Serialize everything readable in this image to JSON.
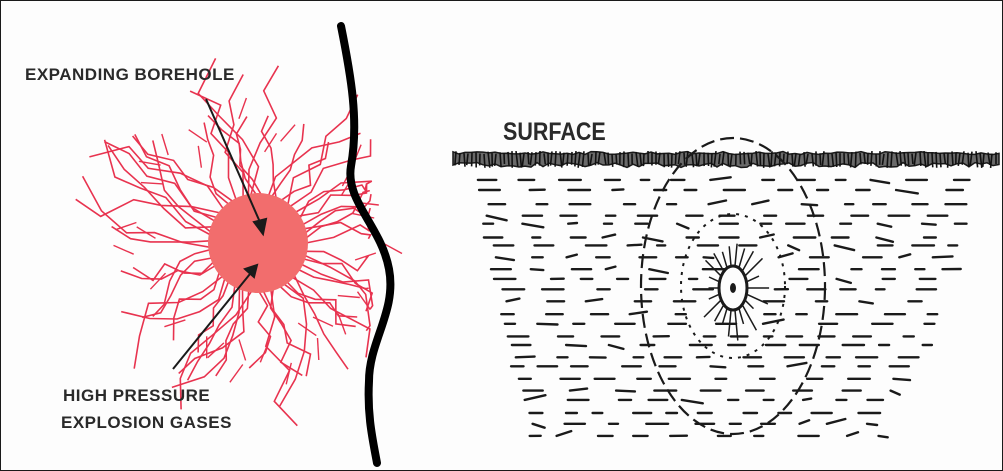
{
  "left_panel": {
    "borehole_label": "EXPANDING BOREHOLE",
    "gases_label_line1": "HIGH PRESSURE",
    "gases_label_line2": "EXPLOSION GASES",
    "colors": {
      "borehole": "#f26d6d",
      "cracks": "#e8334f",
      "free_face": "#000000"
    }
  },
  "right_panel": {
    "surface_label": "SURFACE",
    "colors": {
      "strata": "#1a1a1a"
    }
  }
}
